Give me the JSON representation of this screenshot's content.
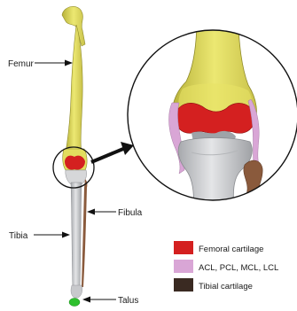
{
  "labels": {
    "femur": "Femur",
    "fibula": "Fibula",
    "tibia": "Tibia",
    "talus": "Talus"
  },
  "legend": [
    {
      "label": "Femoral cartilage",
      "color": "#d42020"
    },
    {
      "label": "ACL, PCL, MCL, LCL",
      "color": "#d9a6d6"
    },
    {
      "label": "Tibial cartilage",
      "color": "#3a2a22"
    }
  ],
  "colors": {
    "bone_femur": "#e4e063",
    "bone_femur_shade": "#b8b23a",
    "bone_tibia": "#d3d4d6",
    "bone_tibia_shade": "#9ea0a4",
    "fibula": "#8a5a3c",
    "cartilage": "#d42020",
    "ligament": "#d9a6d6",
    "talus": "#2ec02e"
  }
}
